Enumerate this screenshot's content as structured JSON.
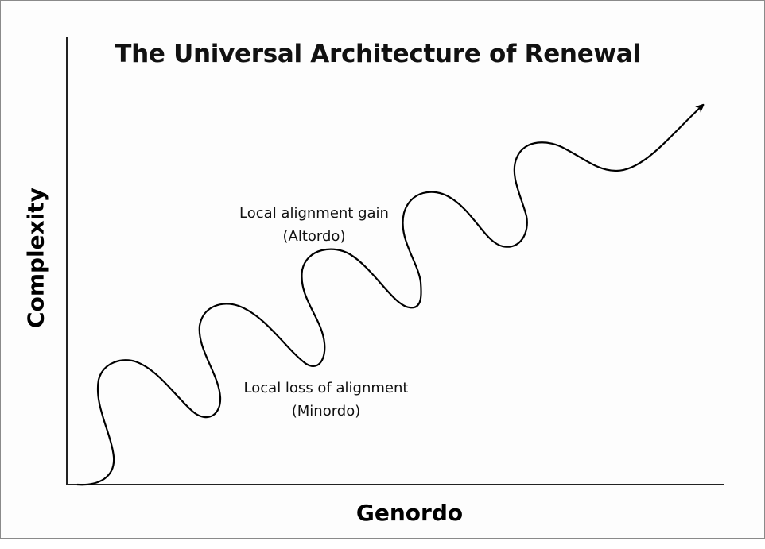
{
  "diagram": {
    "title": "The Universal Architecture of Renewal",
    "y_axis_label": "Complexity",
    "x_axis_label": "Genordo",
    "annotations": {
      "gain": {
        "line1": "Local alignment gain",
        "line2": "(Altordo)"
      },
      "loss": {
        "line1": "Local loss of alignment",
        "line2": "(Minordo)"
      }
    },
    "curve": {
      "shape": "rising-oscillation",
      "oscillations": 5,
      "ends_with": "arrow-up-right"
    },
    "colors": {
      "line": "#000000",
      "text": "#111111",
      "border": "#8a8a8a",
      "background": "#fdfdfd"
    }
  }
}
